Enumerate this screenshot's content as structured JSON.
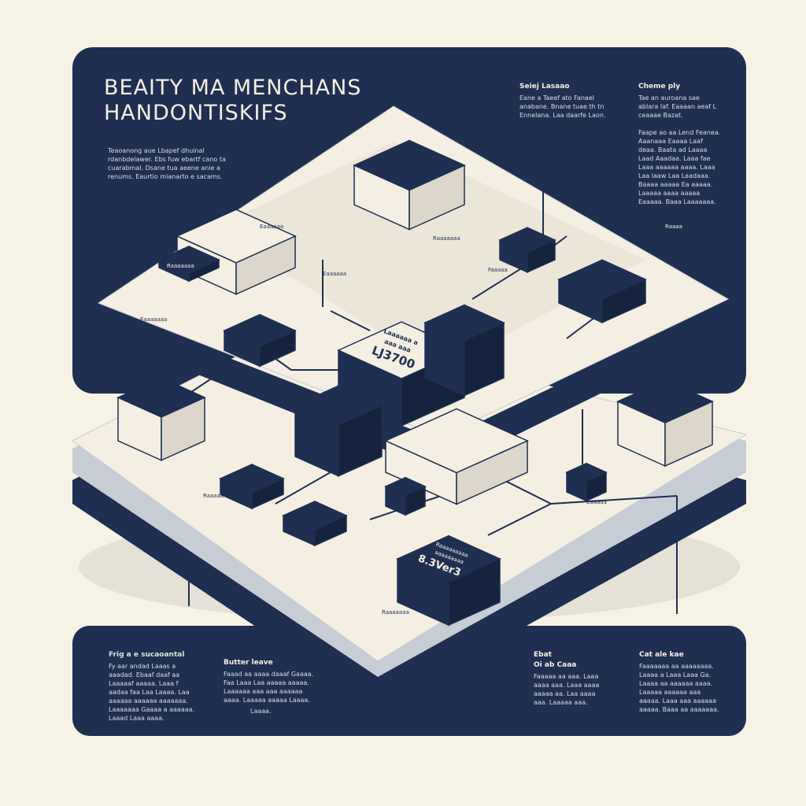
{
  "header": {
    "title_line1": "BEAITY MA MENCHANS",
    "title_line2": "HANDONTISKIFS",
    "intro": "Teaoanong aue Lbapef dhuinal rdanbdelawer. Ebs fuw ebartf cano ta cuarabmal. Dsane tua aeene anie a renums. Eaurtio mianarto e sacams."
  },
  "top_notes": [
    {
      "heading": "Seiej Lasaao",
      "text": "Eane a Taeef ato Fanael anabane. Bnane tuae th tn Ennelana. Laa daarfe Laon."
    },
    {
      "heading": "Cheme ply",
      "text": "Tae an auroana sae ablara laf. Eaaaan aeaf L ceaaae Bazat."
    },
    {
      "heading": "",
      "text": "Faape ao aa Lend Feanea. Aaanaaa Eaaaa Laaf deaa. Baata ad Laaaa Laad Aaadaa. Laaa fae Laaa aaaaaa aaaa. Laaa Laa laaw Laa Laadaaa. Baaaa aaaaa Ea aaaaa. Laaaaa aaaa aaaaa Eaaaaa. Baaa Laaaaaaa."
    }
  ],
  "bottom_notes": [
    {
      "heading": "Frig a e sucaoantal",
      "text": "Fy aar andad Laaas a aaadad. Ebaaf daaf aa Laaaaaf aaaaa. Laaa f aadaa faa Laa Laaaa. Laa aaaaaa aaaaaa aaaaaaa. Laaaaaaa Gaaaa a aaaaaa. Laaad Laaa aaaa."
    },
    {
      "heading": "Butter leave",
      "text": "Faaad aa aaaa daaaf Gaaaa. Faa Laaa Laa aaaaa aaaaa. Laaaaaa aaa aaa aaaaaa aaaa. Laaaaa aaaaa Laaaa.",
      "footer": "Laaaa."
    },
    {
      "heading": "Ebat",
      "subheading": "Oi ab Caaa",
      "text": "Faaaaa aa aaa. Laaa aaaa aaa. Laaa aaaa aaaaa aa. Laa aaaa aaa. Laaaaa aaa."
    },
    {
      "heading": "Cat ale kae",
      "text": "Faaaaaaa aa aaaaaaaa. Laaaa a Laaa Laaa Ga. Laaaa aa aaaaaa aaaa. Laaaaa aaaaaa aaa aaaaa. Laaa aaa aaaaaa aaaaa. Baaa aa aaaaaaa."
    }
  ],
  "nodes": {
    "central": {
      "line1": "Laaaaaa a",
      "line2": "aaa aaa",
      "big": "LJ3700"
    },
    "lower": {
      "line1": "Raaaaaaaaa",
      "line2": "aaaaaaaaa",
      "big": "8.3Ver3"
    },
    "top_server": "Raaaaaaa",
    "monitor_left": "Raaaaaaa",
    "side_labels": [
      "Eaaaaaaa",
      "Eaaaaaa",
      "Faaaaa",
      "Raaaaa",
      "Eaaaaa",
      "Raaaaaaa",
      "Eaaaaaa",
      "Raaaa"
    ]
  },
  "colors": {
    "navy": "#1e2f52",
    "cream": "#f7f2e6",
    "platform": "#f4efe2",
    "shadow": "#b9c2cc",
    "accent_green": "#cfe9d6"
  }
}
